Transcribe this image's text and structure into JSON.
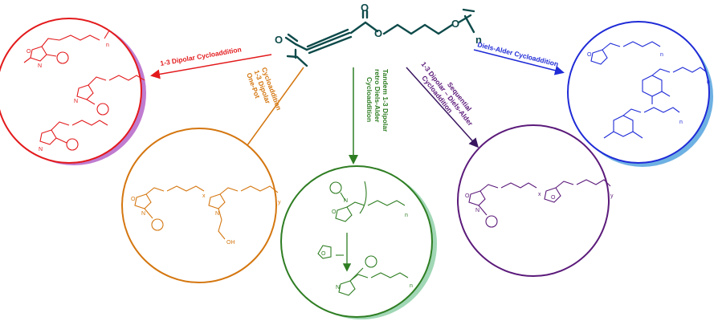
{
  "center": {
    "atoms": {
      "o1": "O",
      "o2": "O",
      "o3": "O",
      "o4": "O",
      "n": "n"
    }
  },
  "reactions": [
    {
      "id": "dipolar",
      "label": "1-3 Dipolar Cycloaddition",
      "color": "#e31a1c"
    },
    {
      "id": "onepot",
      "label_lines": [
        "One-Pot",
        "1-3 Dipolar",
        "Cycloaddition"
      ],
      "color": "#d4760f"
    },
    {
      "id": "tandem",
      "label_lines": [
        "Tandem 1-3 Dipolar",
        "retro Diels-Alder",
        "Cycloaddition"
      ],
      "color": "#2e7d22"
    },
    {
      "id": "sequential",
      "label_lines": [
        "Sequential",
        "1-3 Dipolar – Diels-Alder",
        "Cycloaddition"
      ],
      "color": "#5b1a7a"
    },
    {
      "id": "diels",
      "label": "Diels-Alder Cycloaddition",
      "color": "#1f2bd6"
    }
  ],
  "atoms": {
    "red": {
      "o": "O",
      "n": "N",
      "n2": "N",
      "ns": "n"
    },
    "orange": {
      "o": "O",
      "n": "N",
      "oh": "OH",
      "x": "x",
      "y": "y"
    },
    "green": {
      "o": "O",
      "n": "N",
      "ns": "n"
    },
    "purple": {
      "o": "O",
      "n": "N",
      "x": "x",
      "y": "y"
    },
    "blue": {
      "o": "O",
      "ns": "n"
    }
  }
}
